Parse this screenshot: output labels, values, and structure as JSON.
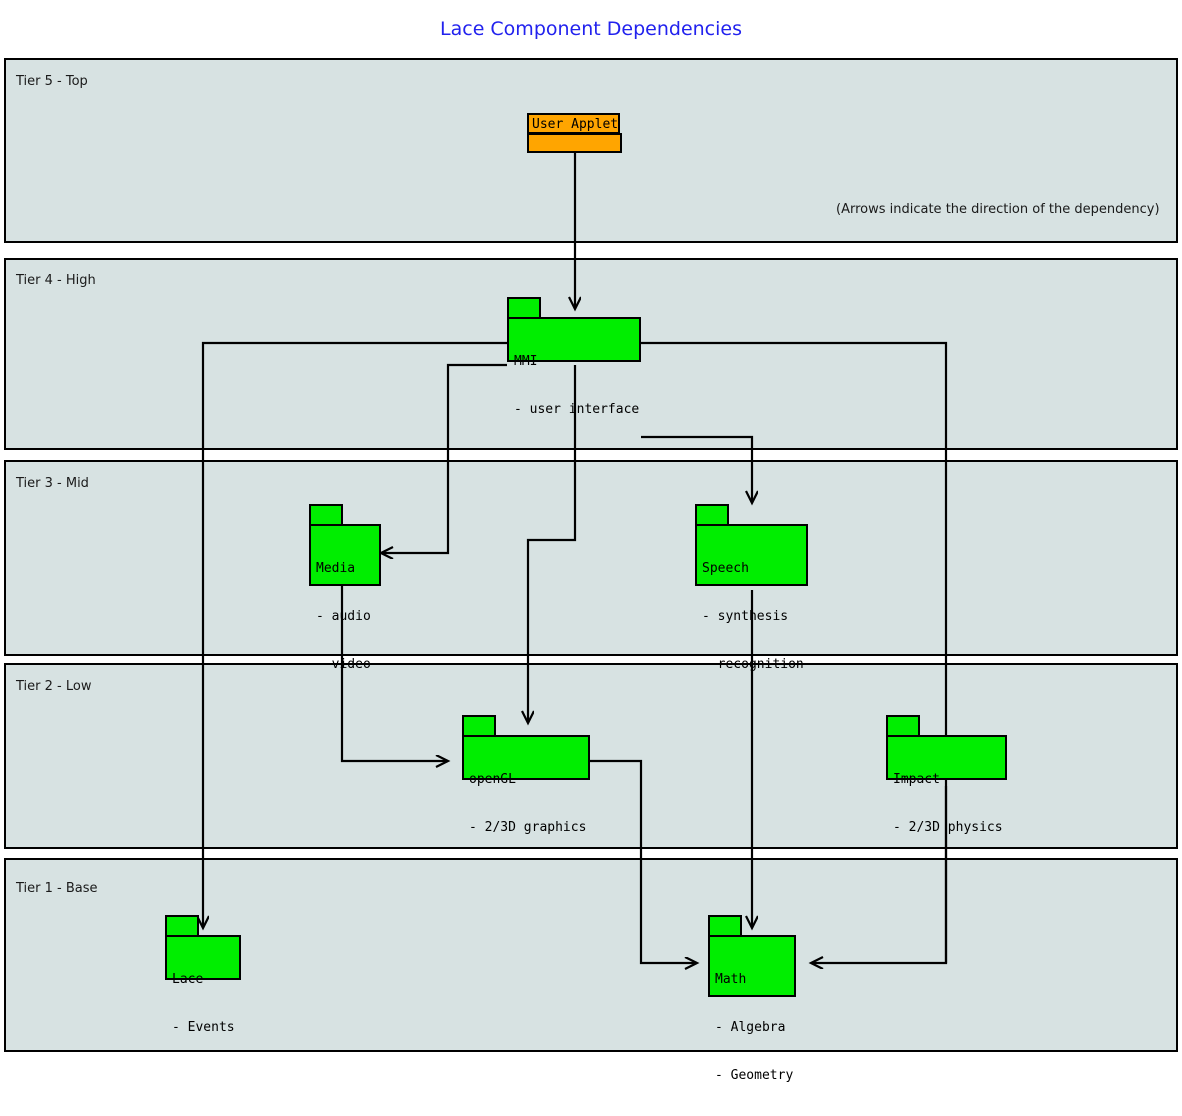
{
  "title": "Lace Component Dependencies",
  "title_color": "#2222ee",
  "note": "(Arrows indicate the direction of the dependency)",
  "colors": {
    "tier_background": "#d7e2e2",
    "package_fill": "#00ee00",
    "applet_fill": "#ffa500",
    "stroke": "#000000",
    "page_background": "#ffffff"
  },
  "tiers": [
    {
      "label": "Tier 5 - Top"
    },
    {
      "label": "Tier 4 - High"
    },
    {
      "label": "Tier 3 - Mid"
    },
    {
      "label": "Tier 2 - Low"
    },
    {
      "label": "Tier 1 - Base"
    }
  ],
  "packages": {
    "user_applet": {
      "name": "User Applet",
      "tier": "Tier 5 - Top",
      "fill": "#ffa500"
    },
    "mmi": {
      "name": "MMI",
      "items": [
        "- user interface"
      ],
      "tier": "Tier 4 - High",
      "fill": "#00ee00"
    },
    "media": {
      "name": "Media",
      "items": [
        "- audio",
        "- video"
      ],
      "tier": "Tier 3 - Mid",
      "fill": "#00ee00"
    },
    "speech": {
      "name": "Speech",
      "items": [
        "- synthesis",
        "- recognition"
      ],
      "tier": "Tier 3 - Mid",
      "fill": "#00ee00"
    },
    "opengl": {
      "name": "openGL",
      "items": [
        "- 2/3D graphics"
      ],
      "tier": "Tier 2 - Low",
      "fill": "#00ee00"
    },
    "impact": {
      "name": "Impact",
      "items": [
        "- 2/3D physics"
      ],
      "tier": "Tier 2 - Low",
      "fill": "#00ee00"
    },
    "lace": {
      "name": "Lace",
      "items": [
        "- Events"
      ],
      "tier": "Tier 1 - Base",
      "fill": "#00ee00"
    },
    "math": {
      "name": "Math",
      "items": [
        "- Algebra",
        "- Geometry"
      ],
      "tier": "Tier 1 - Base",
      "fill": "#00ee00"
    }
  },
  "dependencies": [
    {
      "from": "User Applet",
      "to": "MMI"
    },
    {
      "from": "MMI",
      "to": "Media"
    },
    {
      "from": "MMI",
      "to": "Speech"
    },
    {
      "from": "MMI",
      "to": "openGL"
    },
    {
      "from": "MMI",
      "to": "Lace"
    },
    {
      "from": "MMI",
      "to": "Math"
    },
    {
      "from": "Media",
      "to": "openGL"
    },
    {
      "from": "Speech",
      "to": "Math"
    },
    {
      "from": "openGL",
      "to": "Math"
    },
    {
      "from": "Impact",
      "to": "Math"
    }
  ]
}
